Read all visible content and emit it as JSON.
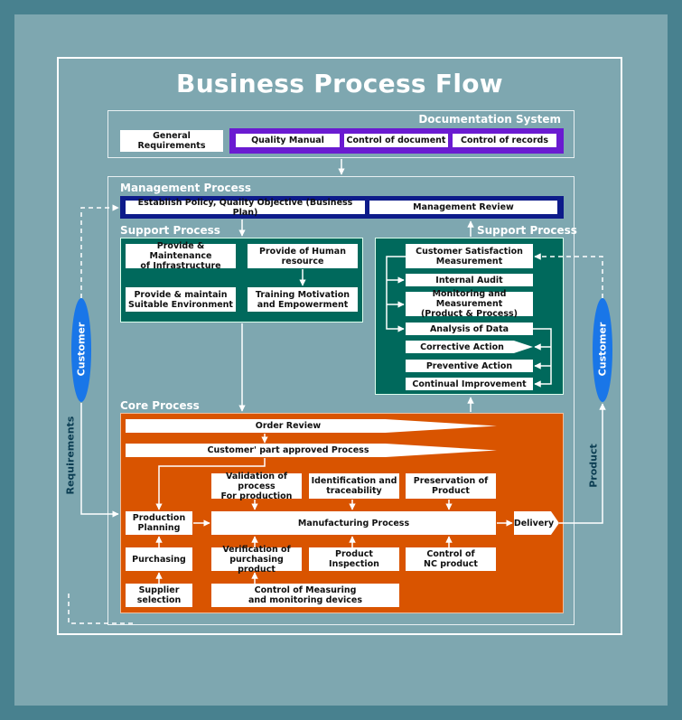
{
  "title": "Business Process Flow",
  "documentation": {
    "section": "Documentation System",
    "general": "General Requirements",
    "items": [
      "Quality Manual",
      "Control of document",
      "Control of records"
    ]
  },
  "management": {
    "section": "Management Process",
    "policy": "Establish Policy, Quality Objective (Business Plan)",
    "review": "Management Review"
  },
  "support_left": {
    "section": "Support Process",
    "infrastructure": "Provide & Maintenance\nof Infrastructure",
    "human": "Provide of Human\nresource",
    "environment": "Provide & maintain\nSuitable Environment",
    "training": "Training Motivation\nand Empowerment"
  },
  "support_right": {
    "section": "Support Process",
    "satisfaction": "Customer Satisfaction\nMeasurement",
    "audit": "Internal Audit",
    "monitoring": "Monitoring and Measurement\n(Product & Process)",
    "analysis": "Analysis of Data",
    "corrective": "Corrective Action",
    "preventive": "Preventive Action",
    "continual": "Continual Improvement"
  },
  "core": {
    "section": "Core Process",
    "order_review": "Order Review",
    "part_approved": "Customer' part approved Process",
    "validation": "Validation of process\nFor production",
    "identification": "Identification and\ntraceability",
    "preservation": "Preservation of\nProduct",
    "planning": "Production\nPlanning",
    "manufacturing": "Manufacturing Process",
    "delivery": "Delivery",
    "purchasing": "Purchasing",
    "verification": "Verification of\npurchasing product",
    "inspection": "Product Inspection",
    "nc_control": "Control of\nNC product",
    "supplier": "Supplier\nselection",
    "measuring": "Control of Measuring\nand monitoring devices"
  },
  "left_customer": "Customer",
  "right_customer": "Customer",
  "requirements_label": "Requirements",
  "product_label": "Product",
  "colors": {
    "background": "#7ea7b0",
    "outer": "#48818f",
    "documentation_band": "#6a1bd1",
    "management_band": "#0d1b8a",
    "support": "#00695c",
    "core": "#d95400",
    "customer": "#1976e8"
  }
}
